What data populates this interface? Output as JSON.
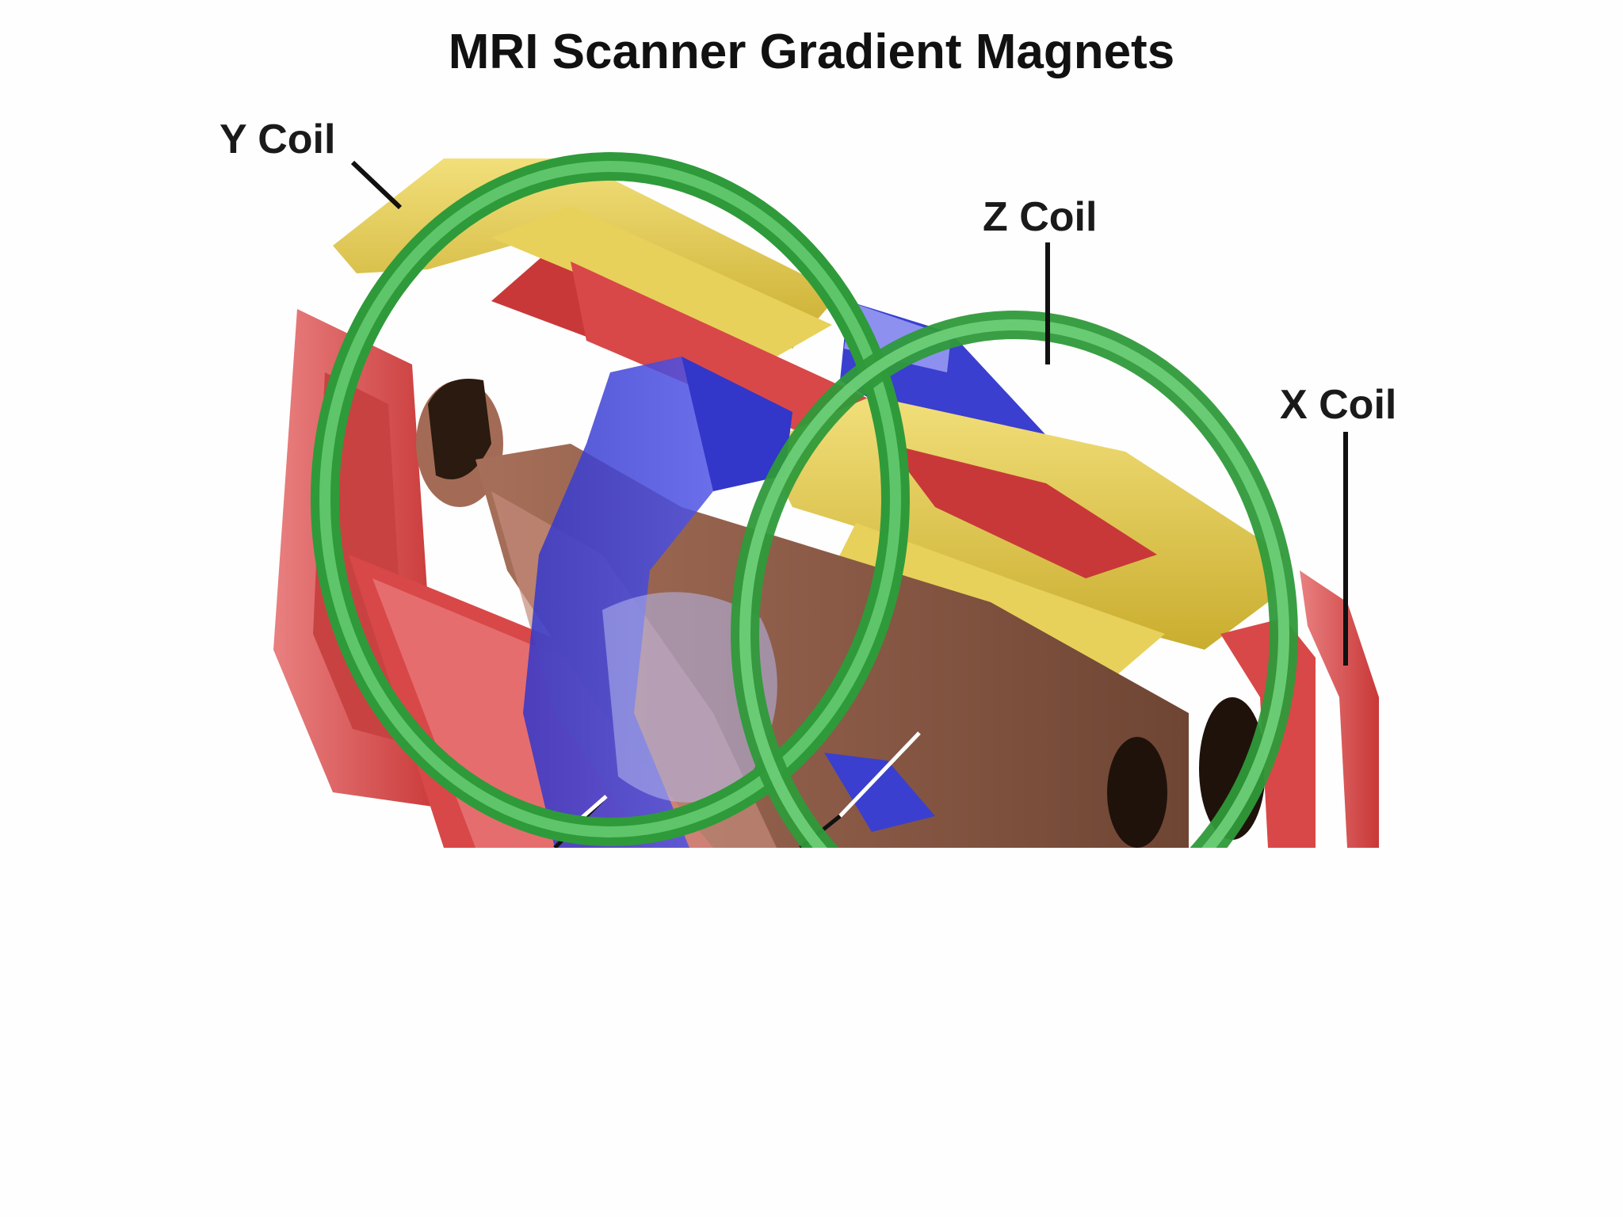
{
  "title": "MRI Scanner Gradient Magnets",
  "labels": {
    "y_coil": "Y Coil",
    "z_coil": "Z Coil",
    "x_coil": "X Coil"
  },
  "colors": {
    "background": "#fefefe",
    "y_coil": "#e3c84a",
    "x_coil": "#dd4a4a",
    "z_coil": "#3aa845",
    "body_coil": "#3b3fd8",
    "patient_skin": "#8a5a45",
    "patient_dark": "#2a1a10"
  }
}
